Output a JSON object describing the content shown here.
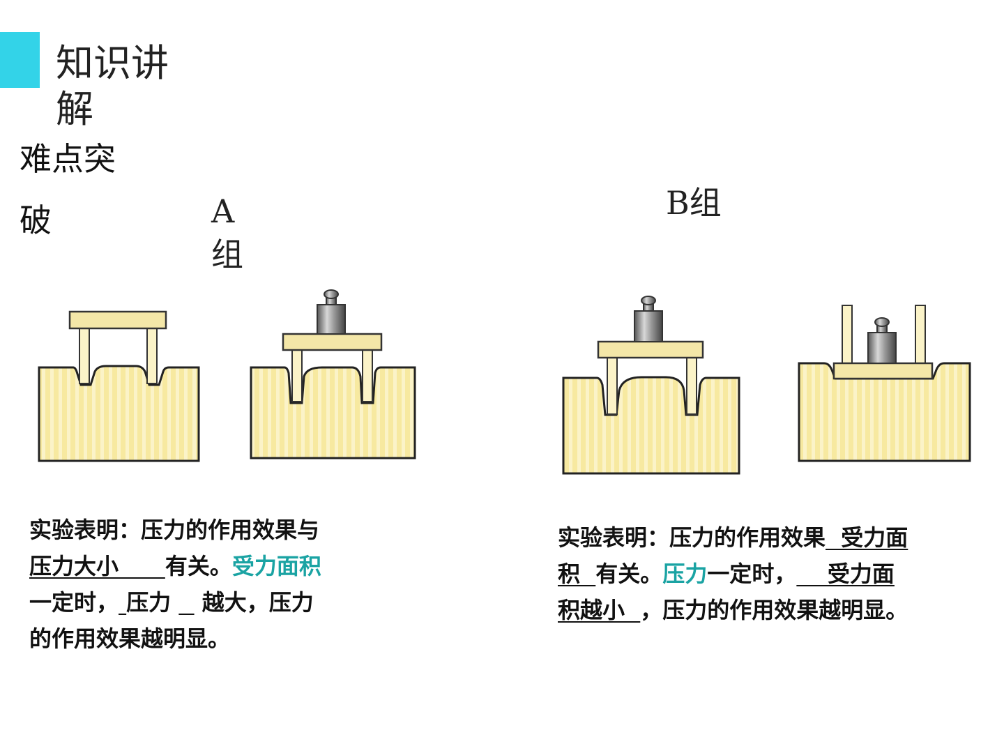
{
  "header": {
    "title": "知识讲解",
    "subtitle": "难点突破"
  },
  "groups": {
    "a_label": "A组",
    "b_label": "B组"
  },
  "colors": {
    "accent": "#33d3e8",
    "highlight": "#1aa3a3",
    "sponge": "#f7e9a0",
    "weight": "#7a7a7a"
  },
  "para_a": {
    "l1": "实验表明：压力的作用效果与",
    "l2_u": "压力大小",
    "l2_gap": "      ",
    "l2_tail": "有关。",
    "l2_hl": "受力面积",
    "l3_a": "一定时，",
    "l3_u1": " ",
    "l3_mid": "压力",
    "l3_u2": "  ",
    "l3_tail": "越大，压力",
    "l4": "的作用效果越明显。"
  },
  "para_b": {
    "l1_a": "实验表明：压力的作用效果",
    "l1_u": "  受力面",
    "l2_u": "积  ",
    "l2_b": "有关。",
    "l2_hl": "压力",
    "l2_c": "一定时，",
    "l2_u2": "    受力面",
    "l3_u": "积越小  ",
    "l3_tail": "，压力的作用效果越明显。"
  }
}
